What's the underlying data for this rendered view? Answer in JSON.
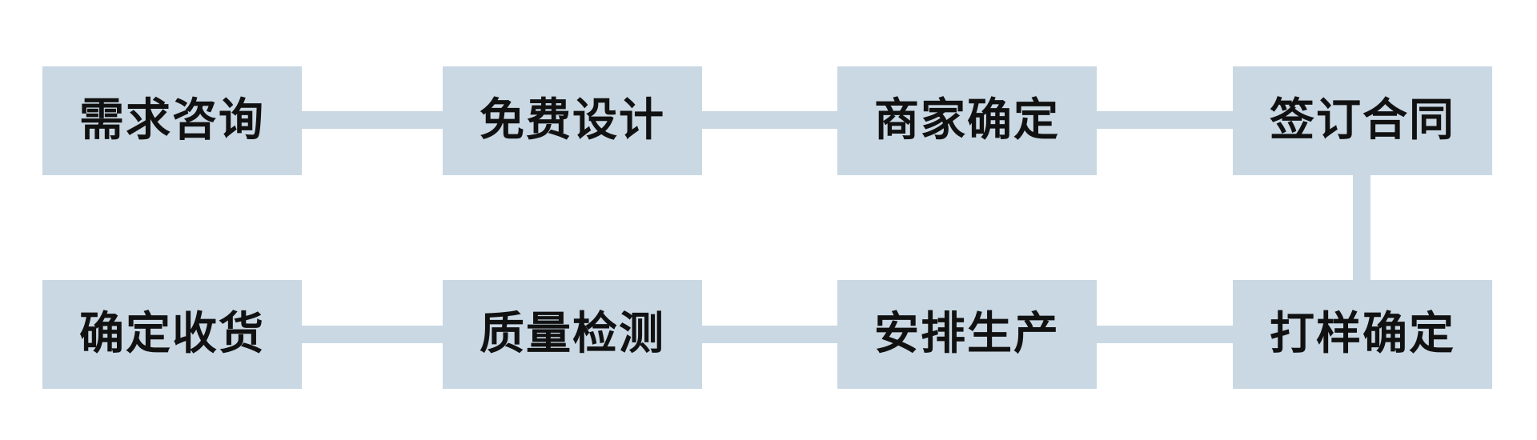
{
  "flowchart": {
    "steps": [
      {
        "label": "需求咨询"
      },
      {
        "label": "免费设计"
      },
      {
        "label": "商家确定"
      },
      {
        "label": "签订合同"
      },
      {
        "label": "打样确定"
      },
      {
        "label": "安排生产"
      },
      {
        "label": "质量检测"
      },
      {
        "label": "确定收货"
      }
    ]
  },
  "colors": {
    "box_fill": "#c9d8e3",
    "connector": "#c9d8e3",
    "text": "#111111",
    "background": "#ffffff"
  }
}
